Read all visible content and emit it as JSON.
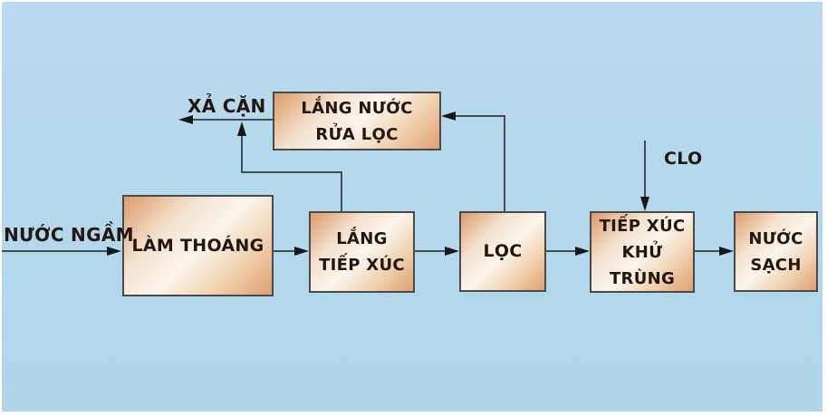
{
  "diagram": {
    "type": "process-flow",
    "language": "vi",
    "colors": {
      "background": "#b3d8eb",
      "node_fill_edge": "#dd9a6b",
      "node_fill_center": "#fbf5ec",
      "node_border": "#4a4a4a",
      "line": "#3e4f58",
      "text": "#241712"
    },
    "nodes": {
      "lam_thoang": {
        "label": "LÀM THOÁNG"
      },
      "lang_tiep_xuc": {
        "line1": "LẮNG",
        "line2": "TIẾP XÚC"
      },
      "loc": {
        "label": "LỌC"
      },
      "tiep_xuc_khu_trung": {
        "line1": "TIẾP XÚC",
        "line2": "KHỬ TRÙNG"
      },
      "nuoc_sach": {
        "line1": "NƯỚC",
        "line2": "SẠCH"
      },
      "lang_nuoc_rua_loc": {
        "line1": "LẮNG NƯỚC",
        "line2": "RỬA LỌC"
      }
    },
    "annotations": {
      "input": "NƯỚC NGẦM",
      "discharge": "XẢ CẶN",
      "chlorine": "CLO"
    },
    "flow": [
      "NƯỚC NGẦM → LÀM THOÁNG → LẮNG TIẾP XÚC → LỌC → TIẾP XÚC KHỬ TRÙNG → NƯỚC SẠCH",
      "LỌC → LẮNG NƯỚC RỬA LỌC → XẢ CẶN",
      "LẮNG TIẾP XÚC → XẢ CẶN",
      "CLO → TIẾP XÚC KHỬ TRÙNG"
    ]
  }
}
